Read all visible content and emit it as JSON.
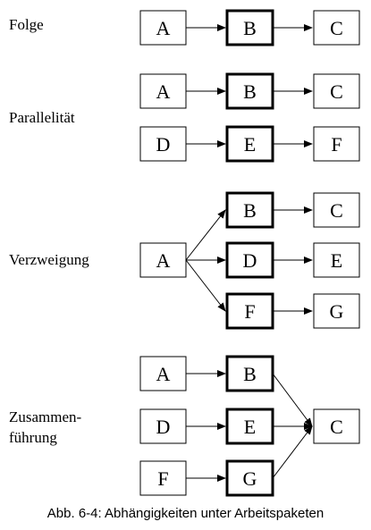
{
  "sections": [
    {
      "id": "folge",
      "label_lines": [
        "Folge"
      ],
      "nodes": {
        "A": "A",
        "B": "B",
        "C": "C"
      }
    },
    {
      "id": "parallelitaet",
      "label_lines": [
        "Parallelität"
      ],
      "nodes": {
        "A": "A",
        "B": "B",
        "C": "C",
        "D": "D",
        "E": "E",
        "F": "F"
      }
    },
    {
      "id": "verzweigung",
      "label_lines": [
        "Verzweigung"
      ],
      "nodes": {
        "A": "A",
        "B": "B",
        "C": "C",
        "D": "D",
        "E": "E",
        "F": "F",
        "G": "G"
      }
    },
    {
      "id": "zusammenfuehrung",
      "label_lines": [
        "Zusammen-",
        "führung"
      ],
      "nodes": {
        "A": "A",
        "B": "B",
        "C": "C",
        "D": "D",
        "E": "E",
        "F": "F",
        "G": "G"
      }
    }
  ],
  "caption": "Abb. 6-4: Abhängigkeiten unter Arbeitspaketen"
}
